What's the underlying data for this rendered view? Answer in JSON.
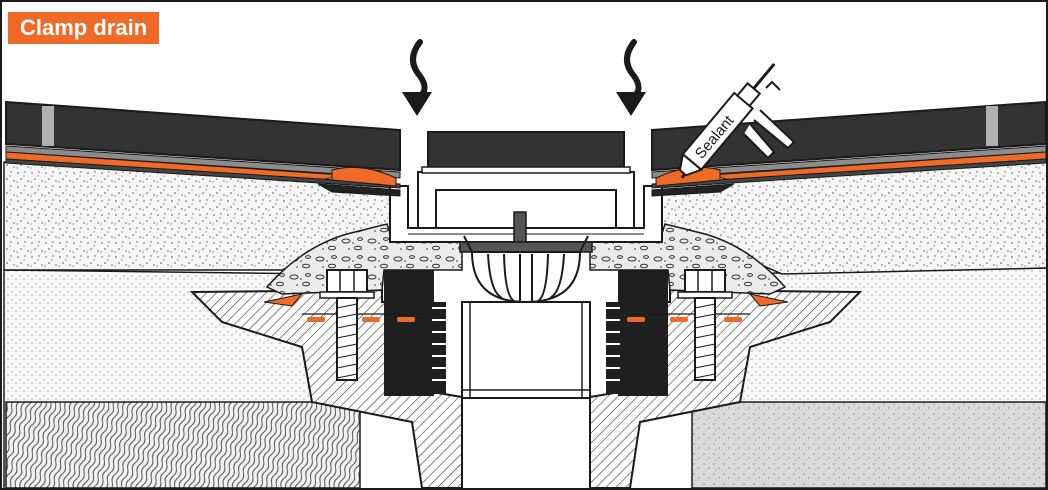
{
  "title": "Clamp drain",
  "labels": {
    "sealant": "Sealant"
  },
  "colors": {
    "accent": "#ee6a26",
    "membrane": "#333333",
    "outline": "#1a1a1a",
    "insulation_fill": "#f4f4f4",
    "screed_fill": "#ececec",
    "gasket": "#1f1f1f"
  },
  "icons": [
    "water-flow-arrow",
    "sealant-gun",
    "flange-bolt",
    "strainer-basket"
  ]
}
